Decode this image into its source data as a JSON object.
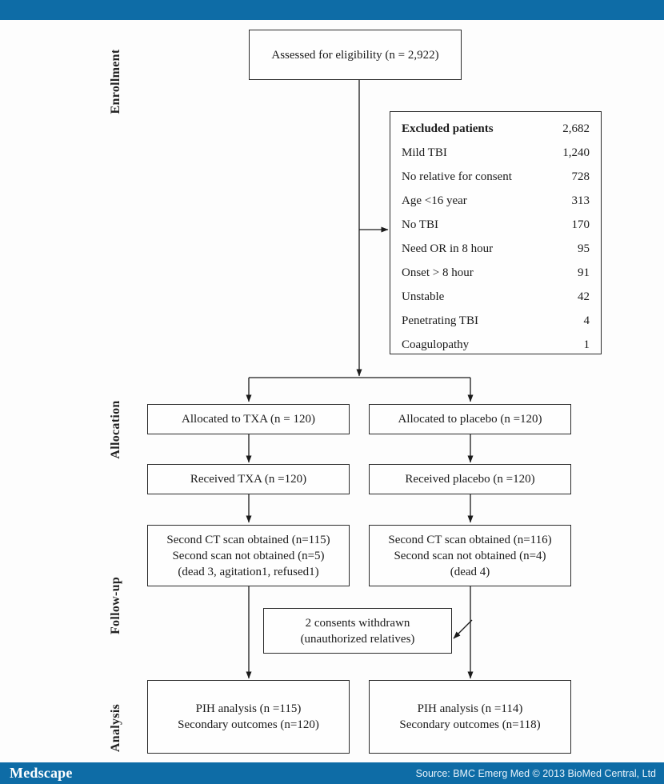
{
  "diagram": {
    "stages": {
      "enrollment": "Enrollment",
      "allocation": "Allocation",
      "followup": "Follow-up",
      "analysis": "Analysis"
    },
    "assessed": {
      "text": "Assessed for eligibility (n = 2,922)"
    },
    "excluded": {
      "title": {
        "label": "Excluded patients",
        "value": "2,682"
      },
      "rows": [
        {
          "label": "Mild TBI",
          "value": "1,240"
        },
        {
          "label": "No relative for consent",
          "value": "728"
        },
        {
          "label": "Age <16 year",
          "value": "313"
        },
        {
          "label": "No TBI",
          "value": "170"
        },
        {
          "label": "Need OR in 8 hour",
          "value": "95"
        },
        {
          "label": "Onset > 8 hour",
          "value": "91"
        },
        {
          "label": "Unstable",
          "value": "42"
        },
        {
          "label": "Penetrating TBI",
          "value": "4"
        },
        {
          "label": "Coagulopathy",
          "value": "1"
        }
      ]
    },
    "allocated_txa": {
      "text": "Allocated to TXA (n = 120)"
    },
    "allocated_placebo": {
      "text": "Allocated to placebo (n =120)"
    },
    "received_txa": {
      "text": "Received TXA (n =120)"
    },
    "received_placebo": {
      "text": "Received placebo (n =120)"
    },
    "ct_txa": {
      "line1": "Second CT scan obtained (n=115)",
      "line2": "Second scan not obtained (n=5)",
      "line3": "(dead 3, agitation1, refused1)"
    },
    "ct_placebo": {
      "line1": "Second CT scan obtained (n=116)",
      "line2": "Second scan not obtained (n=4)",
      "line3": "(dead 4)"
    },
    "withdrawn": {
      "line1": "2 consents withdrawn",
      "line2": "(unauthorized relatives)"
    },
    "analysis_txa": {
      "line1": "PIH analysis (n =115)",
      "line2": "Secondary outcomes (n=120)"
    },
    "analysis_placebo": {
      "line1": "PIH analysis (n =114)",
      "line2": "Secondary outcomes (n=118)"
    }
  },
  "footer": {
    "logo": "Medscape",
    "source": "Source: BMC Emerg Med © 2013 BioMed Central, Ltd"
  },
  "colors": {
    "bar_blue": "#0e6ca6",
    "line": "#1b1b1b"
  }
}
